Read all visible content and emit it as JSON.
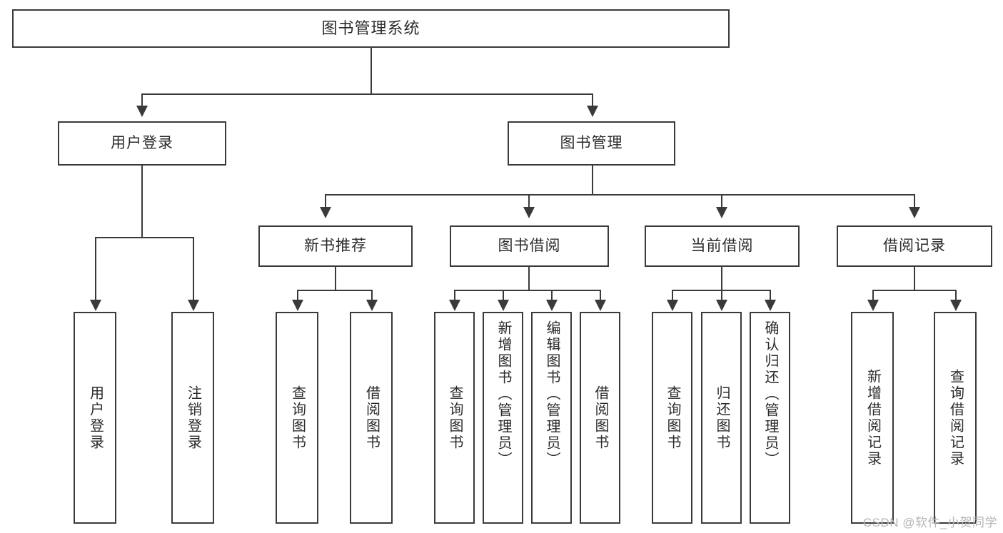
{
  "diagram": {
    "title": "图书管理系统",
    "type": "hierarchy-tree",
    "root": {
      "label": "图书管理系统"
    },
    "level2": [
      {
        "label": "用户登录"
      },
      {
        "label": "图书管理"
      }
    ],
    "level3": [
      {
        "label": "新书推荐"
      },
      {
        "label": "图书借阅"
      },
      {
        "label": "当前借阅"
      },
      {
        "label": "借阅记录"
      }
    ],
    "leaves": {
      "user_login": [
        {
          "label": "用户登录"
        },
        {
          "label": "注销登录"
        }
      ],
      "new_book_recommend": [
        {
          "label": "查询图书"
        },
        {
          "label": "借阅图书"
        }
      ],
      "book_borrow": [
        {
          "label": "查询图书"
        },
        {
          "label": "新增图书（管理员）"
        },
        {
          "label": "编辑图书（管理员）"
        },
        {
          "label": "借阅图书"
        }
      ],
      "current_borrow": [
        {
          "label": "查询图书"
        },
        {
          "label": "归还图书"
        },
        {
          "label": "确认归还（管理员）"
        }
      ],
      "borrow_record": [
        {
          "label": "新增借阅记录"
        },
        {
          "label": "查询借阅记录"
        }
      ]
    }
  },
  "watermark": {
    "text": "CSDN @软件_小贺同学"
  },
  "colors": {
    "stroke": "#3a3a3a",
    "text": "#2b2b2b",
    "background": "#ffffff",
    "watermark": "#b6b6b6"
  }
}
